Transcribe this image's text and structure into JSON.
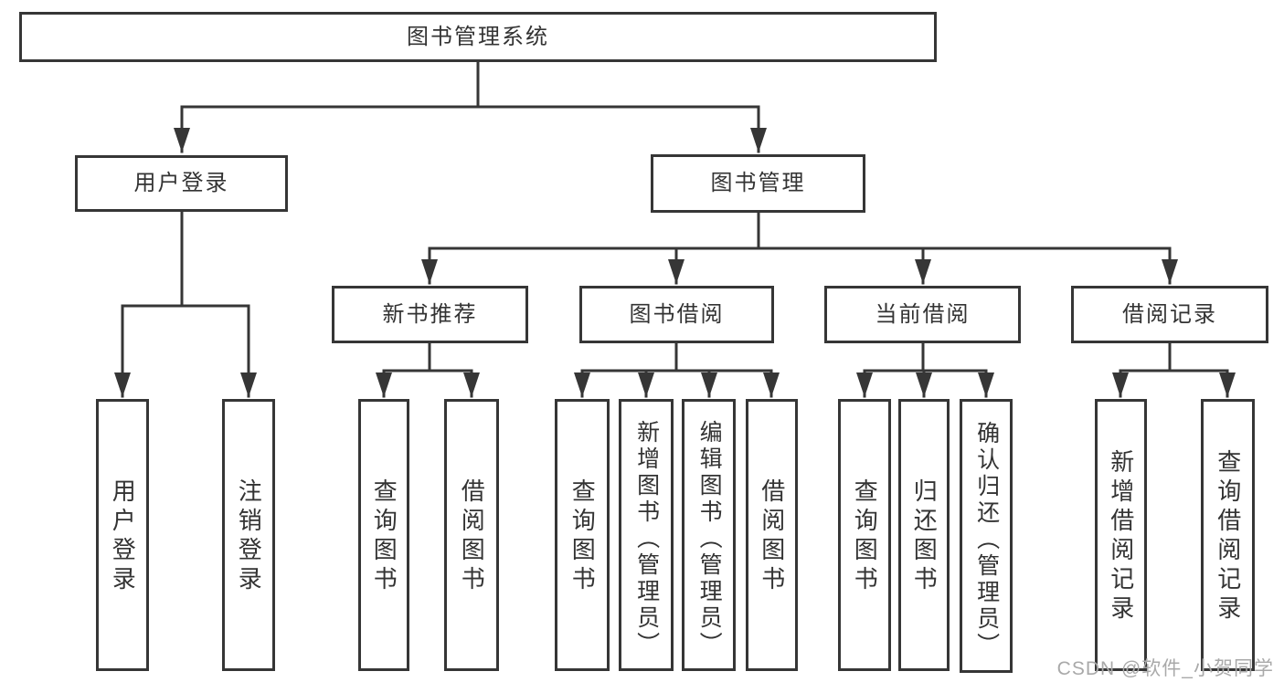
{
  "diagram": {
    "title": "图书管理系统",
    "watermark": "CSDN @软件_小贺同学",
    "colors": {
      "line": "#363636",
      "text": "#333333",
      "background": "#ffffff",
      "watermark": "#a9a9a9"
    },
    "nodes": {
      "root": "图书管理系统",
      "user_login_branch": "用户登录",
      "book_management": "图书管理",
      "new_book_recommend": "新书推荐",
      "book_borrowing": "图书借阅",
      "current_borrowing": "当前借阅",
      "borrow_records": "借阅记录",
      "leaf_user_login": "用户登录",
      "leaf_logout": "注销登录",
      "leaf_query_books_recommend": "查询图书",
      "leaf_borrow_books_recommend": "借阅图书",
      "leaf_query_books_borrowing": "查询图书",
      "leaf_add_books_admin": "新增图书（管理员）",
      "leaf_edit_books_admin": "编辑图书（管理员）",
      "leaf_borrow_books_borrowing": "借阅图书",
      "leaf_query_books_current": "查询图书",
      "leaf_return_books": "归还图书",
      "leaf_confirm_return_admin": "确认归还（管理员）",
      "leaf_add_borrow_record": "新增借阅记录",
      "leaf_query_borrow_record": "查询借阅记录"
    },
    "hierarchy": [
      {
        "parent": "图书管理系统",
        "children": [
          "用户登录",
          "图书管理"
        ]
      },
      {
        "parent": "用户登录",
        "children": [
          "用户登录",
          "注销登录"
        ]
      },
      {
        "parent": "图书管理",
        "children": [
          "新书推荐",
          "图书借阅",
          "当前借阅",
          "借阅记录"
        ]
      },
      {
        "parent": "新书推荐",
        "children": [
          "查询图书",
          "借阅图书"
        ]
      },
      {
        "parent": "图书借阅",
        "children": [
          "查询图书",
          "新增图书（管理员）",
          "编辑图书（管理员）",
          "借阅图书"
        ]
      },
      {
        "parent": "当前借阅",
        "children": [
          "查询图书",
          "归还图书",
          "确认归还（管理员）"
        ]
      },
      {
        "parent": "借阅记录",
        "children": [
          "新增借阅记录",
          "查询借阅记录"
        ]
      }
    ]
  }
}
